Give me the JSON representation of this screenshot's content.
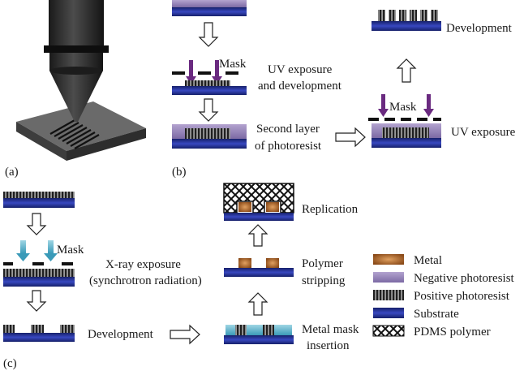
{
  "panels": {
    "a": {
      "label": "(a)"
    },
    "b": {
      "label": "(b)",
      "mask": "Mask",
      "step_uv_dev_1": "UV exposure",
      "step_uv_dev_2": "and development",
      "step_second_1": "Second layer",
      "step_second_2": "of photoresist",
      "mask_right": "Mask",
      "step_uv": "UV exposure",
      "step_development": "Development"
    },
    "c": {
      "label": "(c)",
      "mask": "Mask",
      "step_xray_1": "X-ray exposure",
      "step_xray_2": "(synchrotron radiation)",
      "step_development": "Development",
      "step_metal_1": "Metal mask",
      "step_metal_2": "insertion",
      "step_stripping_1": "Polymer",
      "step_stripping_2": "stripping",
      "step_replication": "Replication"
    }
  },
  "legend": [
    {
      "label": "Metal",
      "swatch": "metal"
    },
    {
      "label": "Negative photoresist",
      "swatch": "negative"
    },
    {
      "label": "Positive photoresist",
      "swatch": "positive"
    },
    {
      "label": "Substrate",
      "swatch": "substrate"
    },
    {
      "label": "PDMS polymer",
      "swatch": "pdms"
    }
  ],
  "colors": {
    "substrate": "#1e2a86",
    "negative_photoresist": "#8a78b0",
    "positive_photoresist": "#2a2a2a",
    "metal": "#b86a2c",
    "uv_arrow": "#6a2a80",
    "xray_arrow": "#3a9ab8",
    "pdms": "#222222"
  }
}
